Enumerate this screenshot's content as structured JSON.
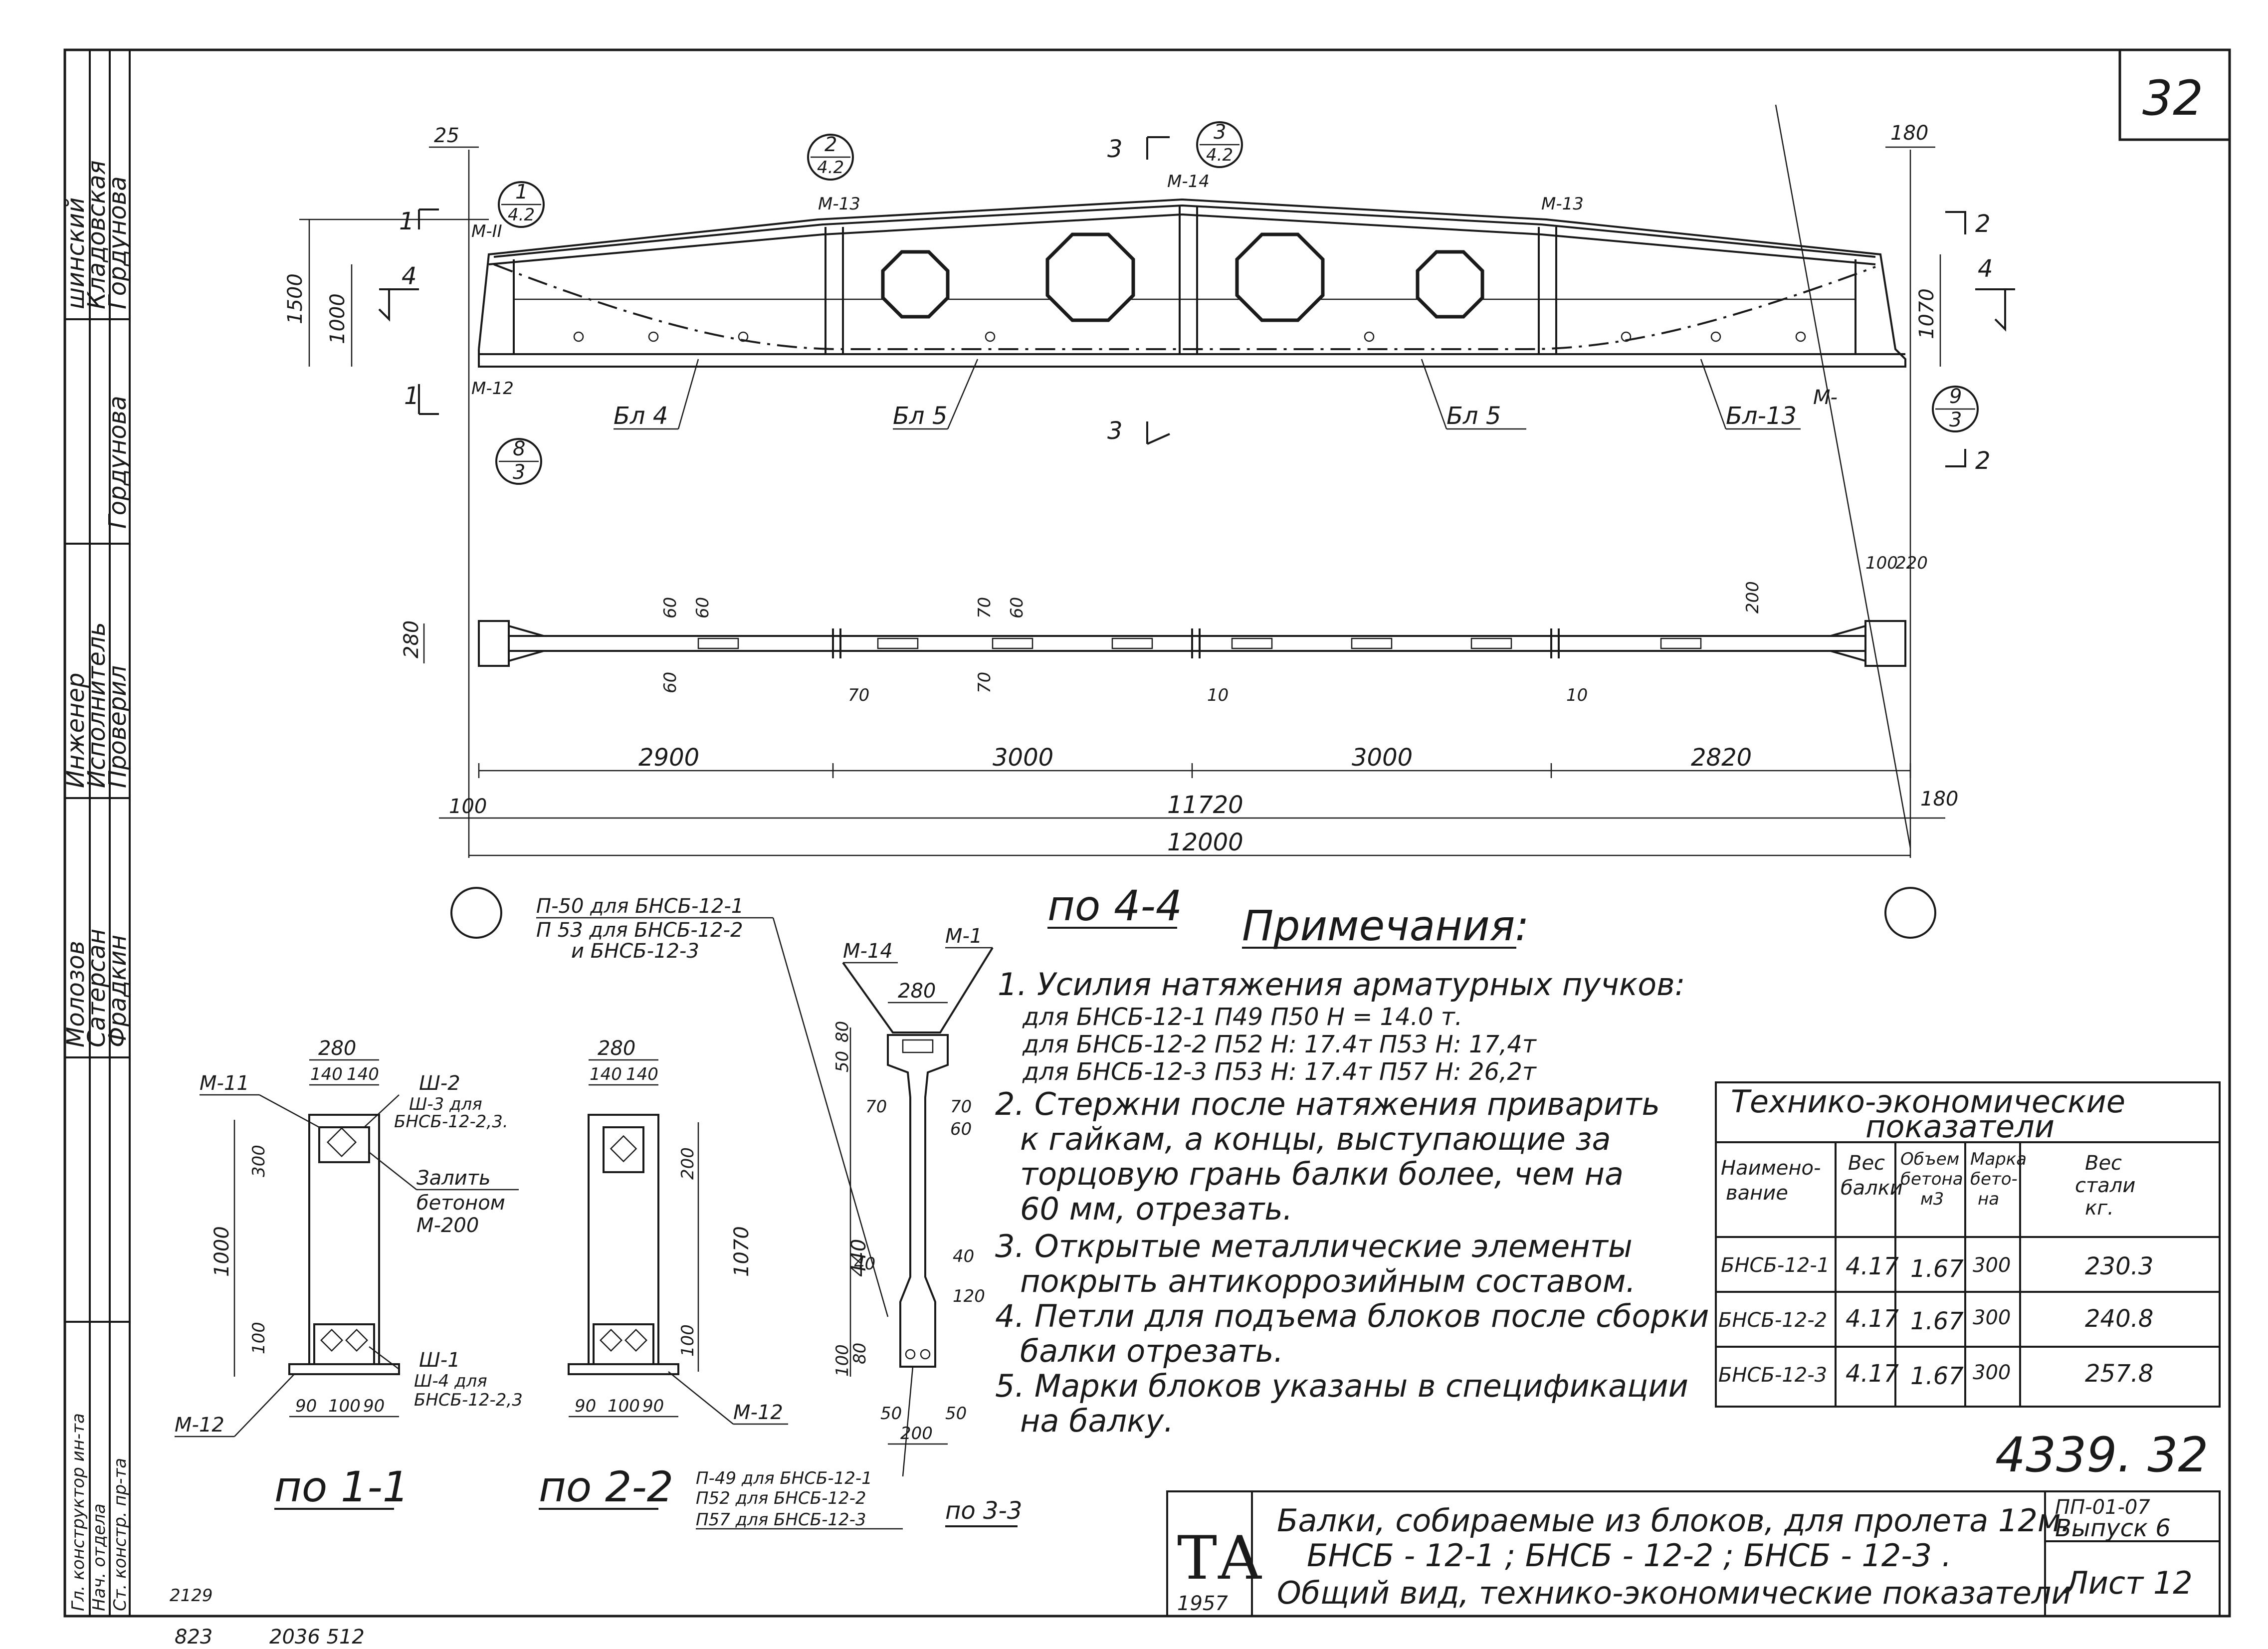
{
  "sheet": {
    "sheet_number": "32",
    "document_number": "4339. 32"
  },
  "left_strip": {
    "roles_top": [
      "шинский",
      "Кладовская",
      "Гордунова"
    ],
    "roles_mid": [
      "Инженер",
      "Исполнитель",
      "Проверил"
    ],
    "names_mid": [
      "Молозов",
      "Сатерсан",
      "Фрадкин"
    ],
    "roles_bottom": [
      "Гл. конструктор ин-та",
      "Нач. отдела",
      "Ст. констр. пр-та"
    ],
    "signature_note": "Гордунова"
  },
  "main_view": {
    "marks_top": [
      "М-13",
      "М-14",
      "М-13"
    ],
    "mark_left_top": "М-II",
    "mark_left_bottom": "М-12",
    "mark_right_bottom": "М-",
    "dim_top_left": "25",
    "dim_top_right": "180",
    "dim_height": "1500",
    "dim_inner_left": "1000",
    "dim_inner_right": "1070",
    "section_1": "1",
    "section_2": "2",
    "section_3": "3",
    "section_4": "4",
    "callouts": [
      {
        "num": "1",
        "den": "4.2"
      },
      {
        "num": "2",
        "den": "4.2"
      },
      {
        "num": "3",
        "den": "4.2"
      },
      {
        "num": "8",
        "den": "3"
      },
      {
        "num": "9",
        "den": "3"
      }
    ],
    "block_labels": [
      "Бл 4",
      "Бл 5",
      "Бл 5",
      "Бл-13"
    ]
  },
  "plan_view": {
    "dim_280": "280",
    "dim_60a": "60",
    "dim_60b": "60",
    "dim_60c": "60",
    "dim_70a": "70",
    "dim_70b": "70",
    "dim_70c": "70",
    "dim_10a": "10",
    "dim_10b": "10",
    "dim_200": "200",
    "dim_100": "100",
    "dim_220": "220",
    "spans": [
      "2900",
      "3000",
      "3000",
      "2820"
    ],
    "dim_left_100": "100",
    "dim_right_180": "180",
    "total_inner": "11720",
    "total_outer": "12000",
    "caption": "по 4-4"
  },
  "section_1_1": {
    "marks": [
      "М-11",
      "Ш-2",
      "Ш-3 для",
      "БНСБ-12-2,3.",
      "Ш-1",
      "Ш-4 для",
      "БНСБ-12-2,3",
      "М-12"
    ],
    "fill_note": [
      "Залить",
      "бетоном",
      "М-200"
    ],
    "dims_top": [
      "280",
      "140",
      "140"
    ],
    "dim_300": "300",
    "dim_1000": "1000",
    "dim_100": "100",
    "dims_bottom": [
      "90",
      "100",
      "90"
    ],
    "caption": "по 1-1"
  },
  "section_2_2": {
    "dims_top": [
      "280",
      "140",
      "140"
    ],
    "dim_200": "200",
    "dim_1070": "1070",
    "dim_100": "100",
    "dims_bottom": [
      "90",
      "100",
      "90"
    ],
    "mark": "М-12",
    "caption": "по 2-2"
  },
  "section_3_3": {
    "bar_notes": [
      "П-50 для БНСБ-12-1",
      "П 53 для БНСБ-12-2",
      "и БНСБ-12-3"
    ],
    "marks_top": [
      "М-14",
      "М-1"
    ],
    "dim_280": "280",
    "dims_left": [
      "50",
      "80",
      "440",
      "40",
      "100",
      "80"
    ],
    "dims_right": [
      "70",
      "60",
      "40",
      "120"
    ],
    "dim_70": "70",
    "dims_bottom": [
      "50",
      "50",
      "200"
    ],
    "bottom_notes": [
      "П-49 для БНСБ-12-1",
      "П52 для БНСБ-12-2",
      "П57 для БНСБ-12-3"
    ],
    "caption": "по 3-3"
  },
  "notes": {
    "heading": "Примечания:",
    "lines": [
      "1. Усилия натяжения арматурных пучков:",
      "для БНСБ-12-1 П49 П50 Н = 14.0 т.",
      "для БНСБ-12-2 П52 Н: 17.4т П53 Н: 17,4т",
      "для БНСБ-12-3 П53 Н: 17.4т П57 Н: 26,2т",
      "2. Стержни после натяжения приварить",
      "к гайкам, а концы, выступающие за",
      "торцовую грань балки более, чем на",
      "60 мм, отрезать.",
      "3. Открытые металлические элементы",
      "покрыть антикоррозийным составом.",
      "4. Петли для подъема блоков после сборки",
      "балки отрезать.",
      "5. Марки блоков указаны в спецификации",
      "на балку."
    ]
  },
  "table": {
    "title_line1": "Технико-экономические",
    "title_line2": "показатели",
    "headers": [
      [
        "Наимено-",
        "вание"
      ],
      [
        "Вес",
        "балки"
      ],
      [
        "Объем",
        "бетона",
        "м3"
      ],
      [
        "Марка",
        "бето-",
        "на"
      ],
      [
        "Вес",
        "стали",
        "кг."
      ]
    ],
    "rows": [
      [
        "БНСБ-12-1",
        "4.17",
        "1.67",
        "300",
        "230.3"
      ],
      [
        "БНСБ-12-2",
        "4.17",
        "1.67",
        "300",
        "240.8"
      ],
      [
        "БНСБ-12-3",
        "4.17",
        "1.67",
        "300",
        "257.8"
      ]
    ]
  },
  "title_block": {
    "logo": "ТА",
    "year": "1957",
    "title_line1": "Балки, собираемые из блоков, для пролета 12м.",
    "title_line2": "БНСБ - 12-1 ; БНСБ - 12-2 ; БНСБ - 12-3 .",
    "title_line3": "Общий вид, технико-экономические показатели",
    "series": "ПП-01-07",
    "issue": "Выпуск 6",
    "sheet": "Лист 12"
  },
  "margin_notes": [
    "823",
    "2036 512",
    "2129"
  ]
}
